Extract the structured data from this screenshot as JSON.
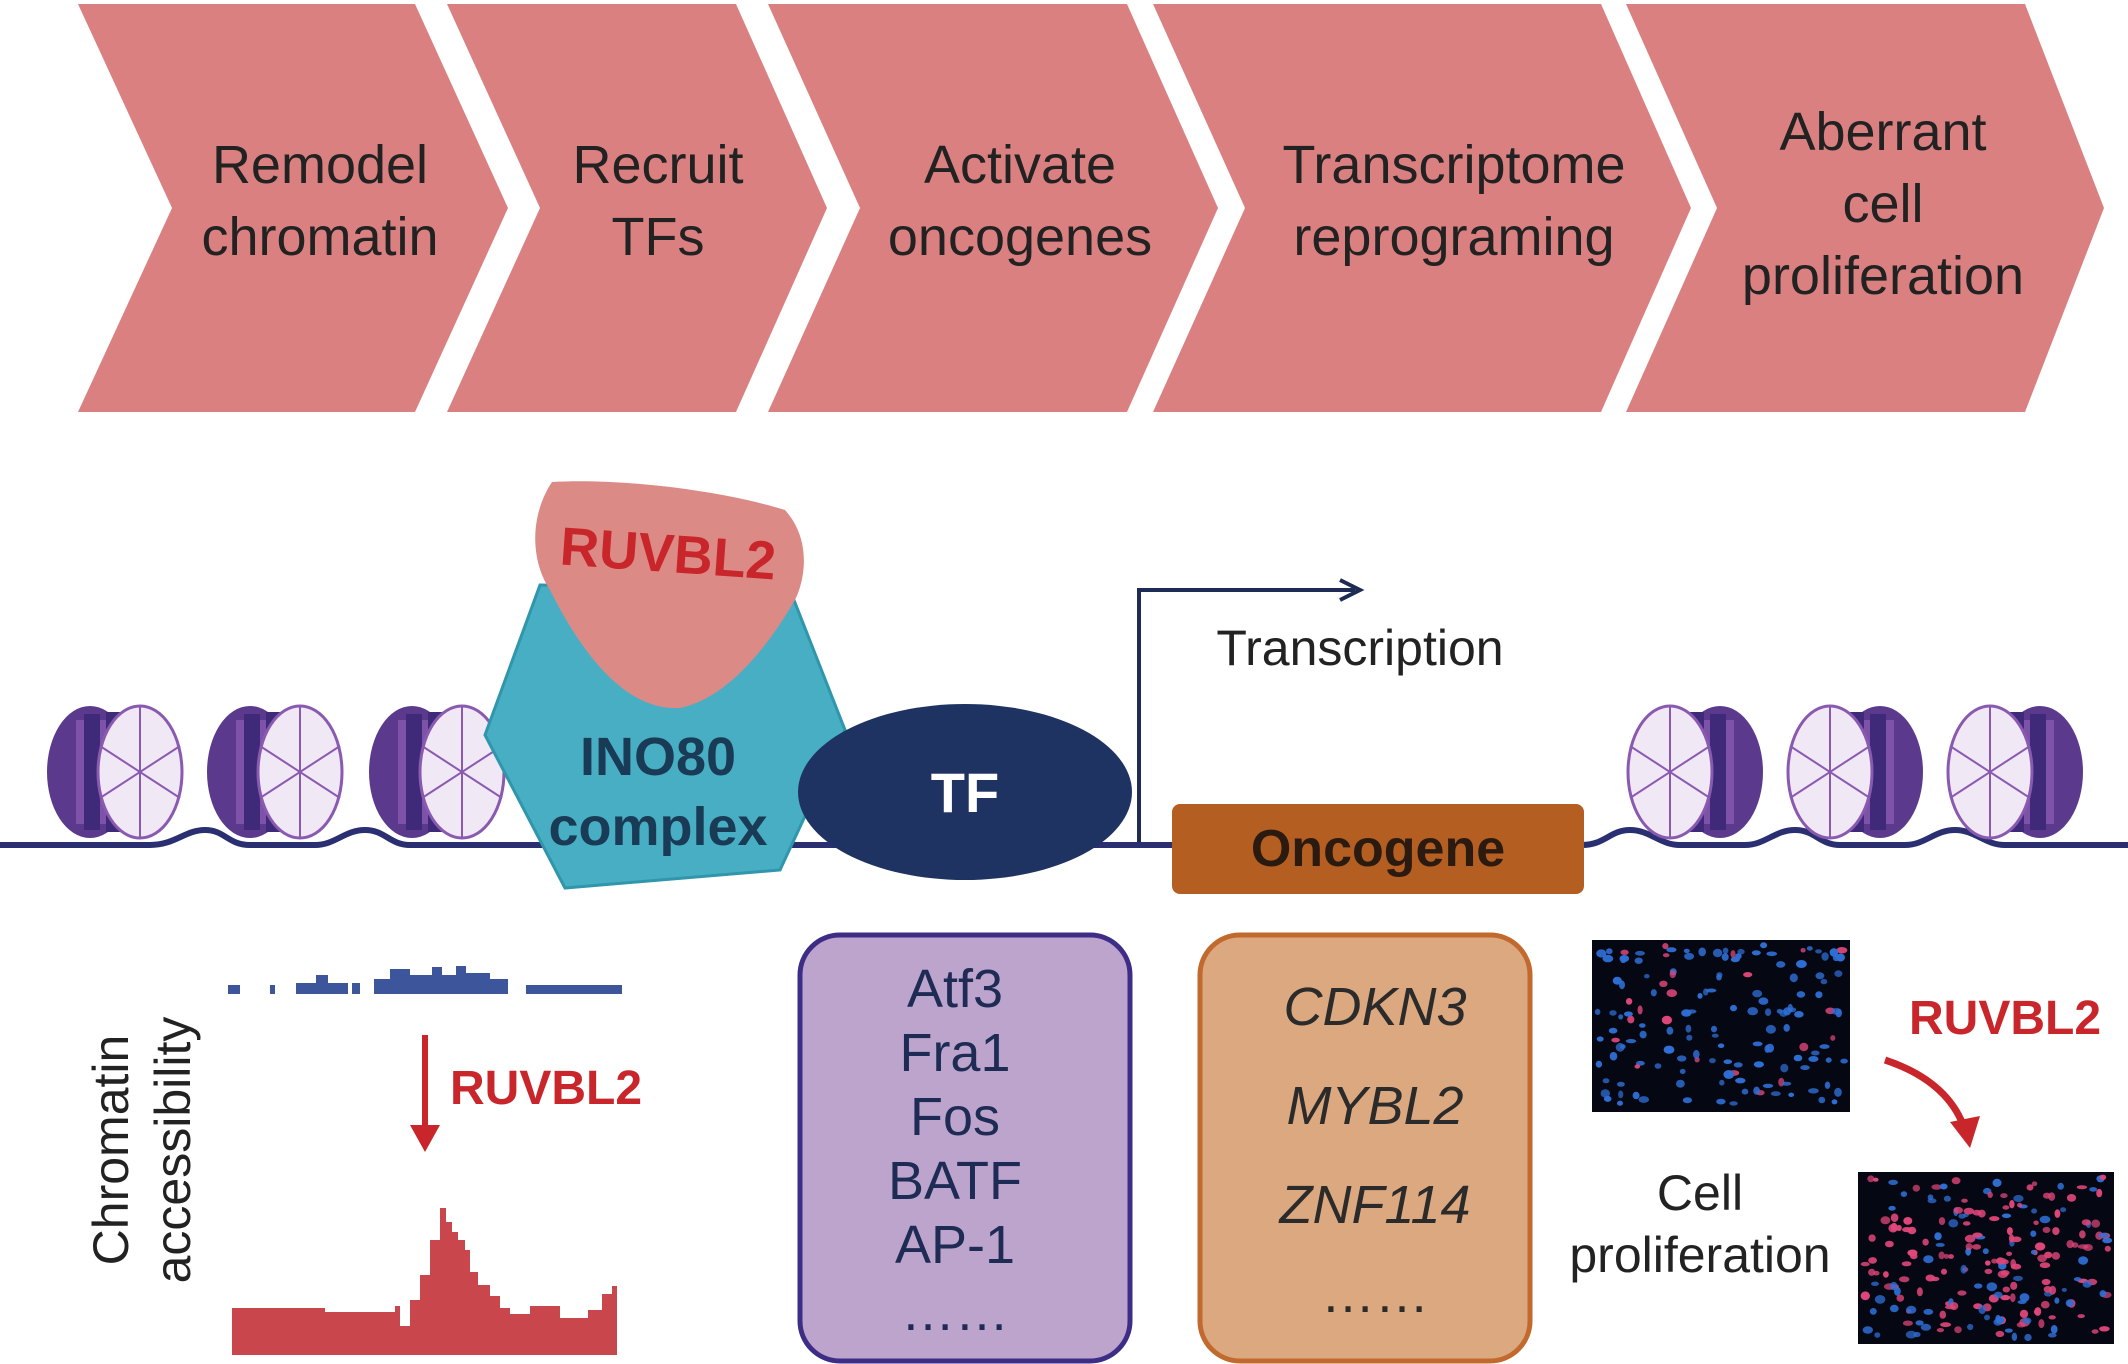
{
  "colors": {
    "chevron": "#db8080",
    "ruvbl2": "#dc8a86",
    "ruvbl2_text": "#c8262b",
    "ino80": "#47aec3",
    "tf": "#1e3361",
    "oncogene": "#b45e22",
    "tf_box": "#bda4cc",
    "tf_box_border": "#3d2d86",
    "oncogene_box": "#dca87f",
    "oncogene_box_border": "#c26a2e",
    "nucleosome": "#8a5ab0",
    "dna": "#2a2f72",
    "track_blue": "#3c559b",
    "track_red": "#c9474c"
  },
  "steps": [
    {
      "lines": [
        "Remodel",
        "chromatin"
      ]
    },
    {
      "lines": [
        "Recruit",
        "TFs"
      ]
    },
    {
      "lines": [
        "Activate",
        "oncogenes"
      ]
    },
    {
      "lines": [
        "Transcriptome",
        "reprograming"
      ]
    },
    {
      "lines": [
        "Aberrant",
        "cell",
        "proliferation"
      ]
    }
  ],
  "complex": {
    "ruvbl2_label": "RUVBL2",
    "ino80_label_line1": "INO80",
    "ino80_label_line2": "complex"
  },
  "tf_label": "TF",
  "transcription_label": "Transcription",
  "oncogene_label": "Oncogene",
  "accessibility": {
    "ylabel_line1": "Chromatin",
    "ylabel_line2": "accessibility",
    "arrow_label": "RUVBL2"
  },
  "tf_list": [
    "Atf3",
    "Fra1",
    "Fos",
    "BATF",
    "AP-1",
    "……"
  ],
  "oncogene_list": [
    "CDKN3",
    "MYBL2",
    "ZNF114",
    "……"
  ],
  "proliferation": {
    "label_line1": "Cell",
    "label_line2": "proliferation",
    "arrow_label": "RUVBL2"
  }
}
